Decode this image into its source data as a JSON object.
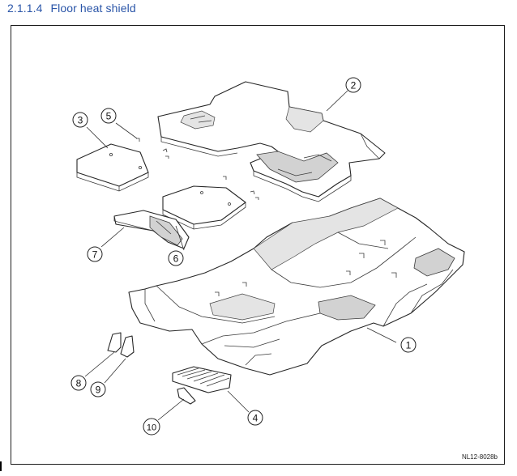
{
  "section": {
    "number": "2.1.1.4",
    "title": "Floor heat shield"
  },
  "figure_id": "NL12-8028b",
  "callouts": [
    {
      "label": "1"
    },
    {
      "label": "2"
    },
    {
      "label": "3"
    },
    {
      "label": "4"
    },
    {
      "label": "5"
    },
    {
      "label": "6"
    },
    {
      "label": "7"
    },
    {
      "label": "8"
    },
    {
      "label": "9"
    },
    {
      "label": "10"
    }
  ],
  "colors": {
    "heading": "#2a55a8",
    "line": "#262626",
    "shading": "#d2d2d2"
  }
}
